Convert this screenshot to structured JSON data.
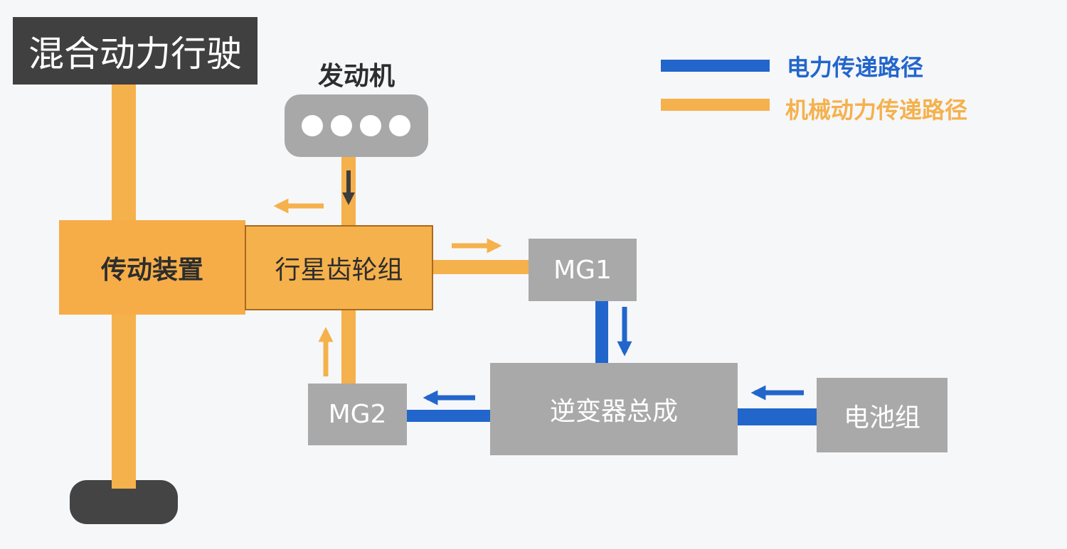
{
  "title": "混合动力行驶",
  "legend": {
    "electric_label": "电力传递路径",
    "mechanical_label": "机械动力传递路径"
  },
  "nodes": {
    "engine": "发动机",
    "transmission": "传动装置",
    "planetary": "行星齿轮组",
    "mg1": "MG1",
    "mg2": "MG2",
    "inverter": "逆变器总成",
    "battery": "电池组"
  },
  "colors": {
    "electric": "#2266cc",
    "mechanical": "#f5b14c",
    "component_gray": "#a9a9a9",
    "engine_gray": "#a8a8a8",
    "transmission": "#f6ad48",
    "planetary": "#f5b14c",
    "wheel": "#444444",
    "title_bg": "#404040",
    "engine_arrow": "#3d3d3d"
  }
}
